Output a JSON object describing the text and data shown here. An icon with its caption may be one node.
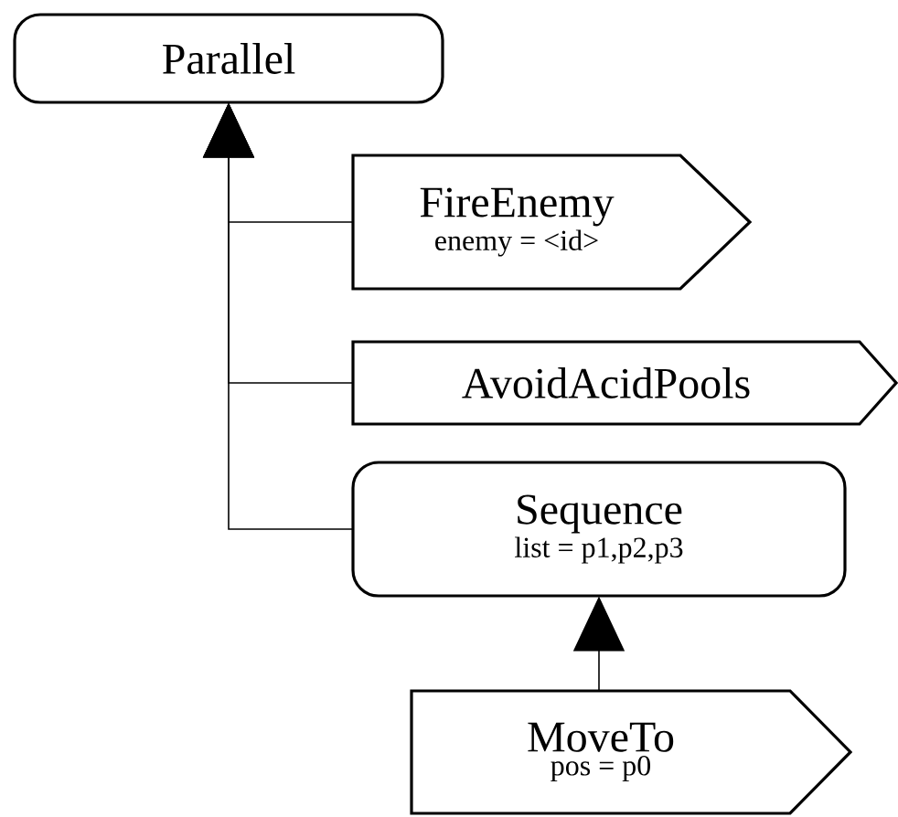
{
  "diagram": {
    "nodes": [
      {
        "text": [
          "Parallel"
        ]
      },
      {
        "text": [
          "FireEnemy",
          "enemy = <id>"
        ]
      },
      {
        "text": [
          "AvoidAcidPools"
        ]
      },
      {
        "text": [
          "Sequence",
          "list = p1,p2,p3"
        ]
      },
      {
        "text": [
          "MoveTo",
          "pos = p0"
        ]
      }
    ],
    "edges": [
      {
        "from": 1,
        "to": 0,
        "arrow": "to"
      },
      {
        "from": 2,
        "to": 0,
        "arrow": "to"
      },
      {
        "from": 3,
        "to": 0,
        "arrow": "to"
      },
      {
        "from": 4,
        "to": 3,
        "arrow": "to"
      }
    ]
  }
}
